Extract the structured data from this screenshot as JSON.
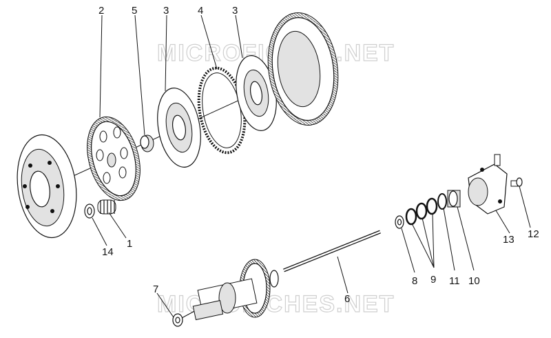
{
  "watermark": "MICROFICHES.NET",
  "labels": {
    "l1": "1",
    "l2": "2",
    "l3a": "3",
    "l3b": "3",
    "l4": "4",
    "l5": "5",
    "l6": "6",
    "l7": "7",
    "l8": "8",
    "l9": "9",
    "l10": "10",
    "l11": "11",
    "l12": "12",
    "l13": "13",
    "l14": "14"
  }
}
